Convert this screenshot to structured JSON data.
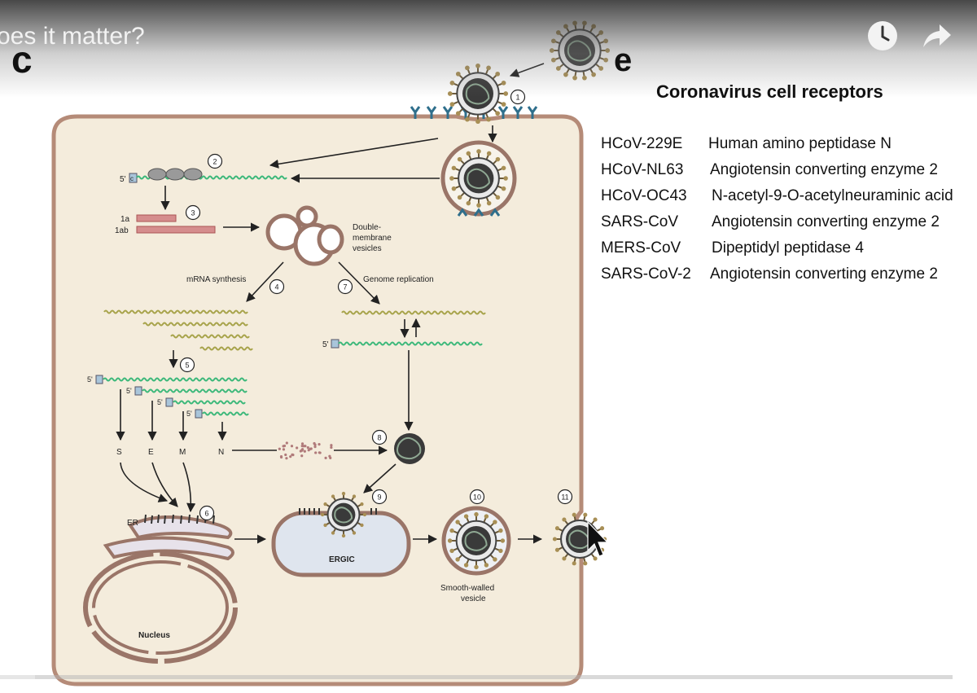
{
  "video": {
    "title_fragment": "oes it matter?",
    "panel_c": "c",
    "panel_e": "e",
    "watch_later_icon": "clock-icon",
    "share_icon": "share-arrow-icon",
    "progress": 0.037
  },
  "diagram": {
    "labels": {
      "five_prime": "5'",
      "cap": "c",
      "gene_1a": "1a",
      "gene_1ab": "1ab",
      "dmv": [
        "Double-",
        "membrane",
        "vesicles"
      ],
      "mrna": "mRNA synthesis",
      "genome": "Genome replication",
      "protein_s": "S",
      "protein_e": "E",
      "protein_m": "M",
      "protein_n": "N",
      "er": "ER",
      "nucleus": "Nucleus",
      "ergic": "ERGIC",
      "smooth_vesicle": [
        "Smooth-walled",
        "vesicle"
      ]
    },
    "steps": [
      "1",
      "2",
      "3",
      "4",
      "5",
      "6",
      "7",
      "8",
      "9",
      "10",
      "11"
    ],
    "colors": {
      "cell_fill": "#f4ecdc",
      "membrane": "#b58b78",
      "rna_green": "#3cb87a",
      "rna_olive": "#a7a34a",
      "receptor": "#2f6f8c",
      "polyprotein": "#d58d8d"
    }
  },
  "receptors": {
    "title": "Coronavirus cell receptors",
    "rows": [
      {
        "virus": "HCoV-229E",
        "receptor": "Human amino peptidase N"
      },
      {
        "virus": "HCoV-NL63",
        "receptor": "Angiotensin converting enzyme 2"
      },
      {
        "virus": "HCoV-OC43",
        "receptor": "N-acetyl-9-O-acetylneuraminic acid"
      },
      {
        "virus": "SARS-CoV",
        "receptor": "Angiotensin converting enzyme 2"
      },
      {
        "virus": "MERS-CoV",
        "receptor": "Dipeptidyl peptidase 4"
      },
      {
        "virus": "SARS-CoV-2",
        "receptor": "Angiotensin converting enzyme 2"
      }
    ]
  }
}
